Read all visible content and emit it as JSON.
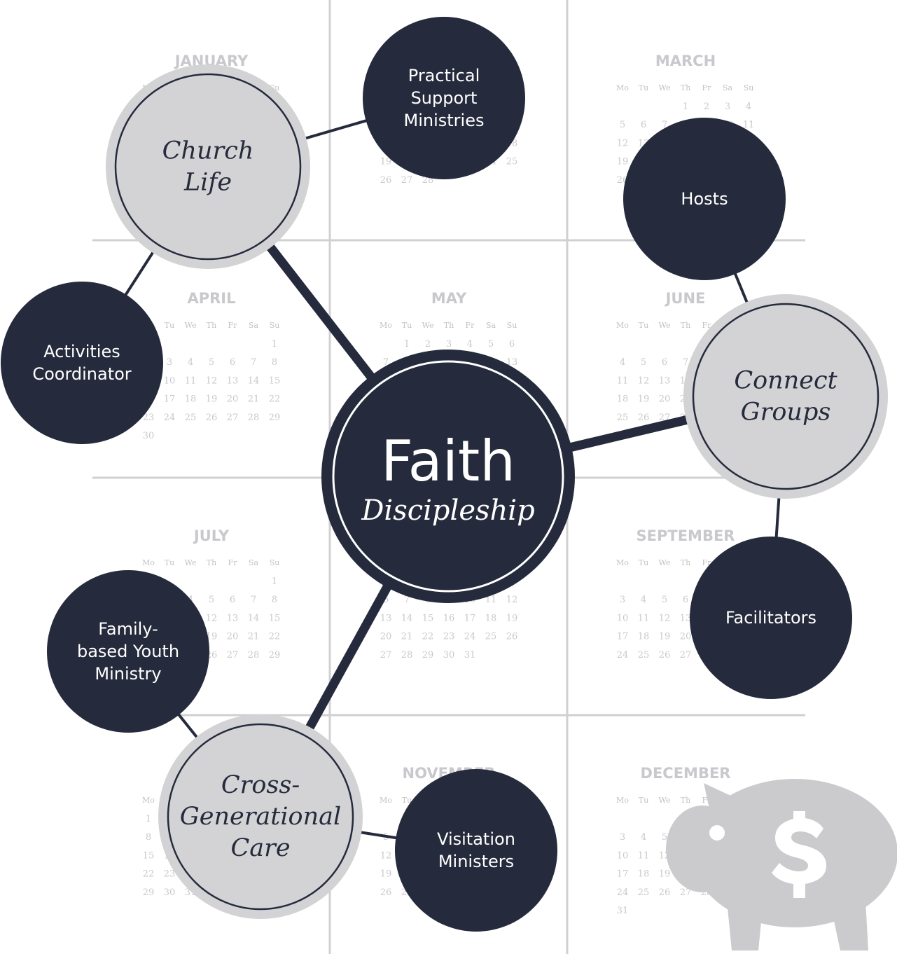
{
  "colors": {
    "dark": "#252b3c",
    "light": "#d3d3d5",
    "grid": "#d0d0d3",
    "calendar_text": "#c9c9cd"
  },
  "weekdays": [
    "Mo",
    "Tu",
    "We",
    "Th",
    "Fr",
    "Sa",
    "Su"
  ],
  "months": [
    {
      "name": "JANUARY",
      "first": 1,
      "days": 31
    },
    {
      "name": "",
      "first": 4,
      "days": 28
    },
    {
      "name": "MARCH",
      "first": 4,
      "days": 31
    },
    {
      "name": "APRIL",
      "first": 7,
      "days": 30
    },
    {
      "name": "MAY",
      "first": 2,
      "days": 31
    },
    {
      "name": "JUNE",
      "first": 5,
      "days": 30
    },
    {
      "name": "JULY",
      "first": 7,
      "days": 31
    },
    {
      "name": "",
      "first": 3,
      "days": 31
    },
    {
      "name": "SEPTEMBER",
      "first": 6,
      "days": 30
    },
    {
      "name": "",
      "first": 1,
      "days": 31
    },
    {
      "name": "NOVEMBER",
      "first": 4,
      "days": 30
    },
    {
      "name": "DECEMBER",
      "first": 6,
      "days": 31
    }
  ],
  "center": {
    "title": "Faith",
    "subtitle": "Discipleship"
  },
  "hubs": [
    {
      "id": "church-life",
      "lines": [
        "Church",
        "Life"
      ]
    },
    {
      "id": "connect-groups",
      "lines": [
        "Connect",
        "Groups"
      ]
    },
    {
      "id": "cross-generational-care",
      "lines": [
        "Cross-",
        "Generational",
        "Care"
      ]
    }
  ],
  "roles": [
    {
      "id": "practical-support-ministries",
      "hub": "church-life",
      "lines": [
        "Practical",
        "Support",
        "Ministries"
      ]
    },
    {
      "id": "activities-coordinator",
      "hub": "church-life",
      "lines": [
        "Activities",
        "Coordinator"
      ]
    },
    {
      "id": "hosts",
      "hub": "connect-groups",
      "lines": [
        "Hosts"
      ]
    },
    {
      "id": "facilitators",
      "hub": "connect-groups",
      "lines": [
        "Facilitators"
      ]
    },
    {
      "id": "family-based-youth-ministry",
      "hub": "cross-generational-care",
      "lines": [
        "Family-",
        "based Youth",
        "Ministry"
      ]
    },
    {
      "id": "visitation-ministers",
      "hub": "cross-generational-care",
      "lines": [
        "Visitation",
        "Ministers"
      ]
    }
  ],
  "icon": "piggy-bank-dollar-icon"
}
